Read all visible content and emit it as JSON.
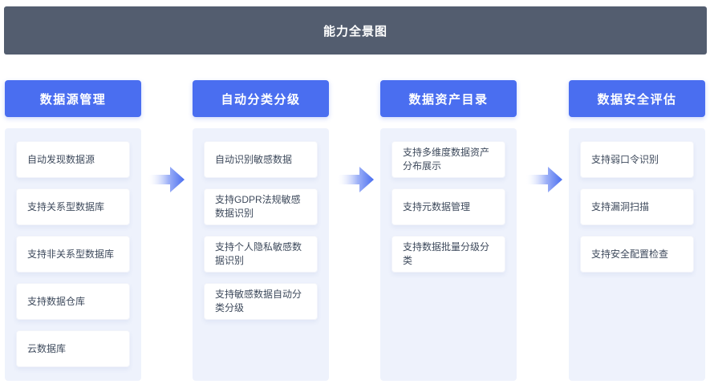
{
  "title": "能力全景图",
  "colors": {
    "header_bg": "#535d6f",
    "accent_blue": "#4a6ef0",
    "panel_bg": "#eef2fc",
    "card_text": "#3e4a5c"
  },
  "columns": [
    {
      "label": "数据源管理",
      "items": [
        "自动发现数据源",
        "支持关系型数据库",
        "支持非关系型数据库",
        "支持数据仓库",
        "云数据库"
      ]
    },
    {
      "label": "自动分类分级",
      "items": [
        "自动识别敏感数据",
        "支持GDPR法规敏感数据识别",
        "支持个人隐私敏感数据识别",
        "支持敏感数据自动分类分级"
      ]
    },
    {
      "label": "数据资产目录",
      "items": [
        "支持多维度数据资产分布展示",
        "支持元数据管理",
        "支持数据批量分级分类"
      ]
    },
    {
      "label": "数据安全评估",
      "items": [
        "支持弱口令识别",
        "支持漏洞扫描",
        "支持安全配置检查"
      ]
    }
  ]
}
